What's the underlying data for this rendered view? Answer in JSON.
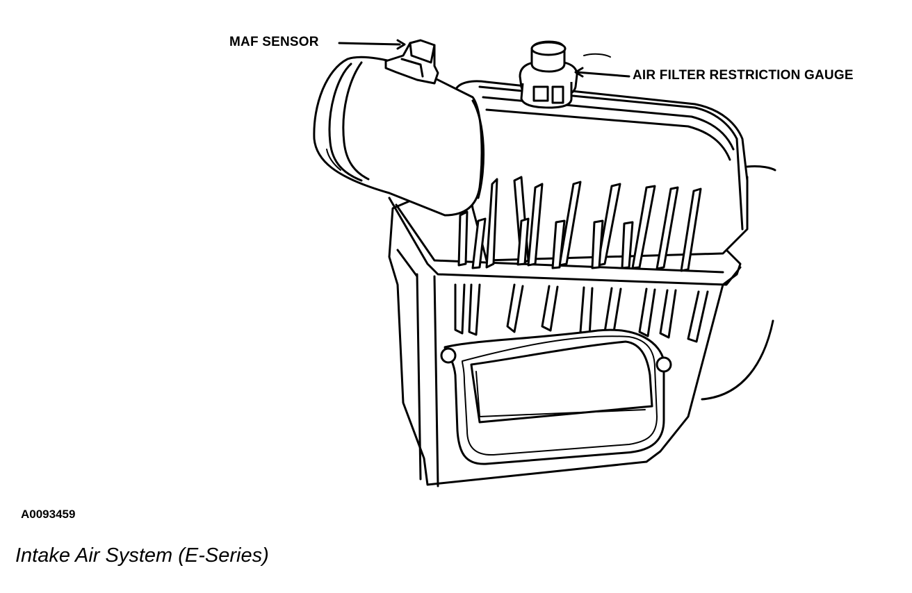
{
  "labels": {
    "maf_sensor": "MAF SENSOR",
    "air_filter_gauge": "AIR FILTER RESTRICTION GAUGE"
  },
  "figure_id": "A0093459",
  "caption": "Intake Air System (E-Series)"
}
